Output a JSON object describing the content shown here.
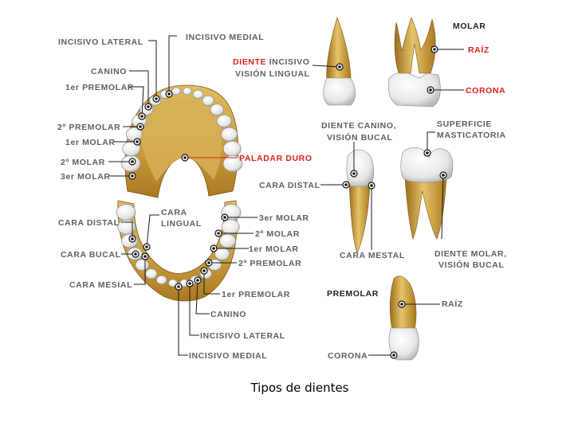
{
  "labels": {
    "incisivo_lateral_top": "INCISIVO LATERAL",
    "incisivo_medial_top": "INCISIVO MEDIAL",
    "diente_word": "DIENTE",
    "incisivo_word": " INCISIVO",
    "vision_lingual": "VISIÓN LINGUAL",
    "canino_top": "CANINO",
    "premolar1_top": "1er PREMOLAR",
    "premolar2_top": "2º PREMOLAR",
    "molar1_top": "1er MOLAR",
    "molar2_top": "2º MOLAR",
    "molar3_top": "3er MOLAR",
    "paladar_duro": "PALADAR DURO",
    "cara_distal_right": "CARA DISTAL",
    "cara_distal_left": "CARA DISTAL",
    "cara_lingual_1": "CARA",
    "cara_lingual_2": "LINGUAL",
    "cara_bucal": "CARA BUCAL",
    "cara_mesial": "CARA MESIAL",
    "molar3_bottom": "3er MOLAR",
    "molar2_bottom": "2º MOLAR",
    "molar1_bottom": "1er MOLAR",
    "premolar2_bottom": "2º PREMOLAR",
    "premolar1_bottom": "1er PREMOLAR",
    "canino_bottom": "CANINO",
    "incisivo_lateral_bottom": "INCISIVO LATERAL",
    "incisivo_medial_bottom": "INCISIVO MEDIAL",
    "diente_canino_1": "DIENTE CANINO,",
    "diente_canino_2": "VISIÓN BUCAL",
    "cara_mestal": "CARA MESTAL",
    "molar_header": "MOLAR",
    "raiz_molar": "RAÍZ",
    "corona_molar": "CORONA",
    "superficie_1": "SUPERFICIE",
    "superficie_2": "MASTICATORIA",
    "diente_molar_1": "DIENTE MOLAR,",
    "diente_molar_2": "VISIÓN BUCAL",
    "premolar_header": "PREMOLAR",
    "raiz_premolar": "RAÍZ",
    "corona_premolar": "CORONA"
  },
  "caption": "Tipos de dientes",
  "colors": {
    "label_gray": "#5f5f5f",
    "accent_red": "#e0201a",
    "bone": "#c8a24a",
    "tooth": "#f2f2f2"
  }
}
